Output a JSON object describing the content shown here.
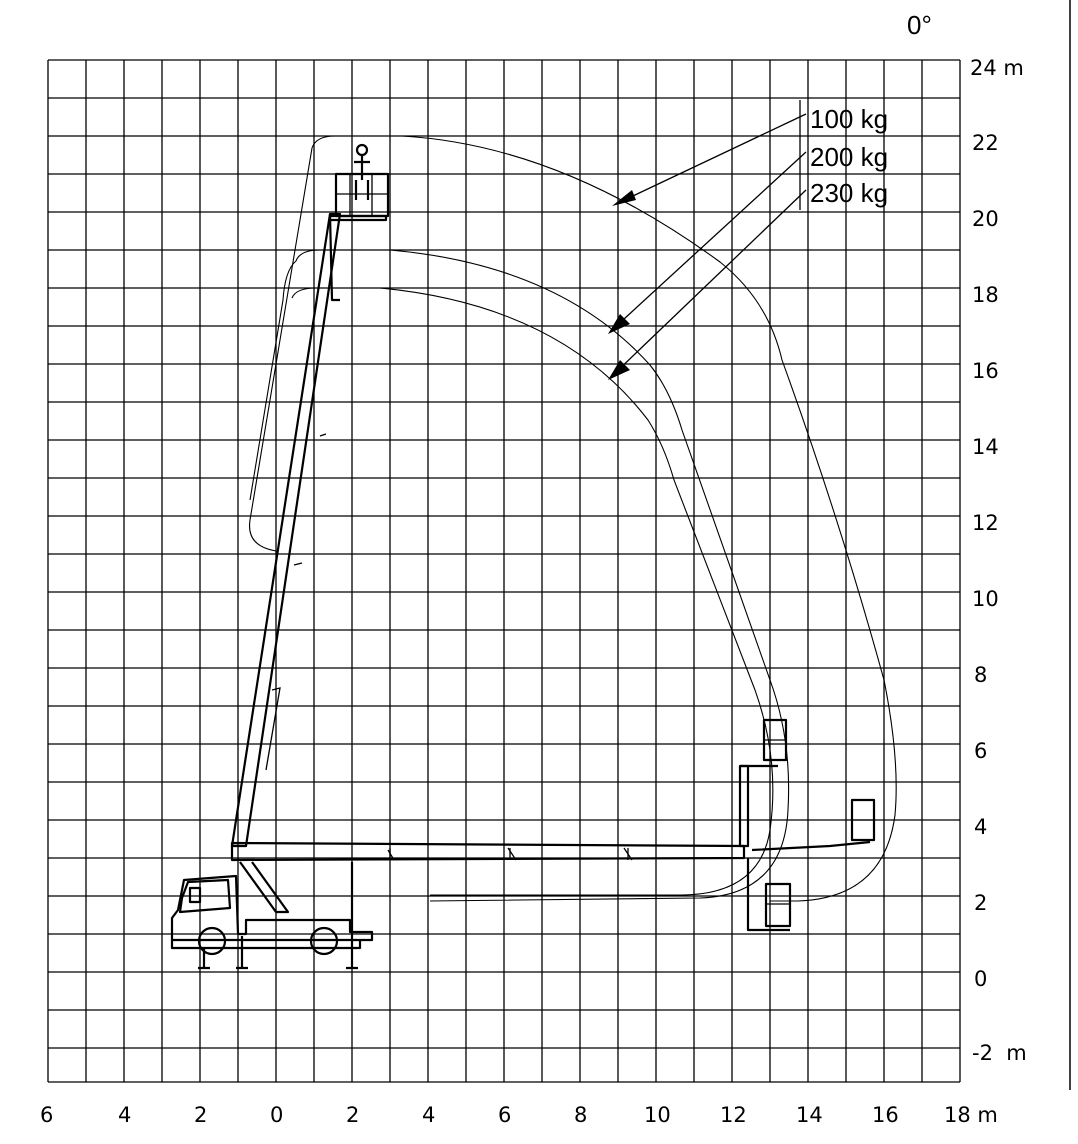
{
  "angle_label": "0°",
  "right_axis_labels": [
    "24 m",
    "22",
    "20",
    "18",
    "16",
    "14",
    "12",
    "10",
    "8",
    "6",
    "4",
    "2",
    "0",
    "-2  m"
  ],
  "bottom_axis_labels": [
    "6",
    "4",
    "2",
    "0",
    "2",
    "4",
    "6",
    "8",
    "10",
    "12",
    "14",
    "16",
    "18 m"
  ],
  "load_labels": [
    "100 kg",
    "200 kg",
    "230 kg"
  ]
}
